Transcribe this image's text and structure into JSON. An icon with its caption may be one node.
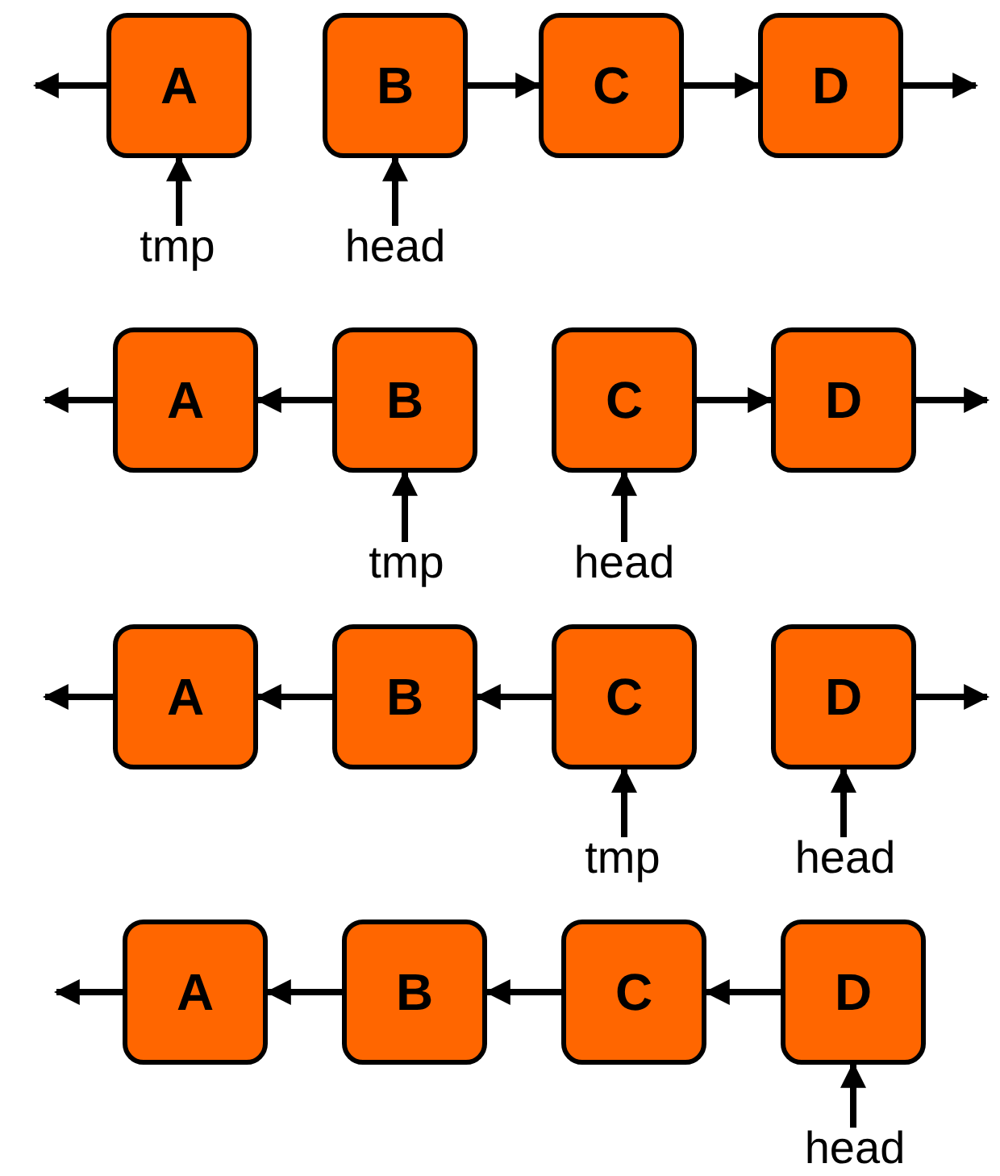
{
  "diagram": {
    "nodes": [
      {
        "text": [
          "A"
        ]
      },
      {
        "text": [
          "B"
        ]
      },
      {
        "text": [
          "C"
        ]
      },
      {
        "text": [
          "D"
        ]
      },
      {
        "text": [
          "tmp"
        ]
      },
      {
        "text": [
          "head"
        ]
      },
      {
        "text": [
          "A"
        ]
      },
      {
        "text": [
          "B"
        ]
      },
      {
        "text": [
          "C"
        ]
      },
      {
        "text": [
          "D"
        ]
      },
      {
        "text": [
          "tmp"
        ]
      },
      {
        "text": [
          "head"
        ]
      },
      {
        "text": [
          "A"
        ]
      },
      {
        "text": [
          "B"
        ]
      },
      {
        "text": [
          "C"
        ]
      },
      {
        "text": [
          "D"
        ]
      },
      {
        "text": [
          "tmp"
        ]
      },
      {
        "text": [
          "head"
        ]
      },
      {
        "text": [
          "A"
        ]
      },
      {
        "text": [
          "B"
        ]
      },
      {
        "text": [
          "C"
        ]
      },
      {
        "text": [
          "D"
        ]
      },
      {
        "text": [
          "head"
        ]
      }
    ],
    "edges": [
      {
        "from": 0,
        "to": null,
        "arrow": "to"
      },
      {
        "from": 1,
        "to": 2,
        "arrow": "to"
      },
      {
        "from": 2,
        "to": 3,
        "arrow": "to"
      },
      {
        "from": 3,
        "to": null,
        "arrow": "to"
      },
      {
        "from": 4,
        "to": 0,
        "arrow": "to"
      },
      {
        "from": 5,
        "to": 1,
        "arrow": "to"
      },
      {
        "from": 6,
        "to": null,
        "arrow": "to"
      },
      {
        "from": 7,
        "to": 6,
        "arrow": "to"
      },
      {
        "from": 8,
        "to": 9,
        "arrow": "to"
      },
      {
        "from": 9,
        "to": null,
        "arrow": "to"
      },
      {
        "from": 10,
        "to": 7,
        "arrow": "to"
      },
      {
        "from": 11,
        "to": 8,
        "arrow": "to"
      },
      {
        "from": 12,
        "to": null,
        "arrow": "to"
      },
      {
        "from": 13,
        "to": 12,
        "arrow": "to"
      },
      {
        "from": 14,
        "to": 13,
        "arrow": "to"
      },
      {
        "from": 15,
        "to": null,
        "arrow": "to"
      },
      {
        "from": 16,
        "to": 14,
        "arrow": "to"
      },
      {
        "from": 17,
        "to": 15,
        "arrow": "to"
      },
      {
        "from": 18,
        "to": null,
        "arrow": "to"
      },
      {
        "from": 19,
        "to": 18,
        "arrow": "to"
      },
      {
        "from": 20,
        "to": 19,
        "arrow": "to"
      },
      {
        "from": 21,
        "to": 20,
        "arrow": "to"
      },
      {
        "from": 22,
        "to": 21,
        "arrow": "to"
      }
    ]
  }
}
